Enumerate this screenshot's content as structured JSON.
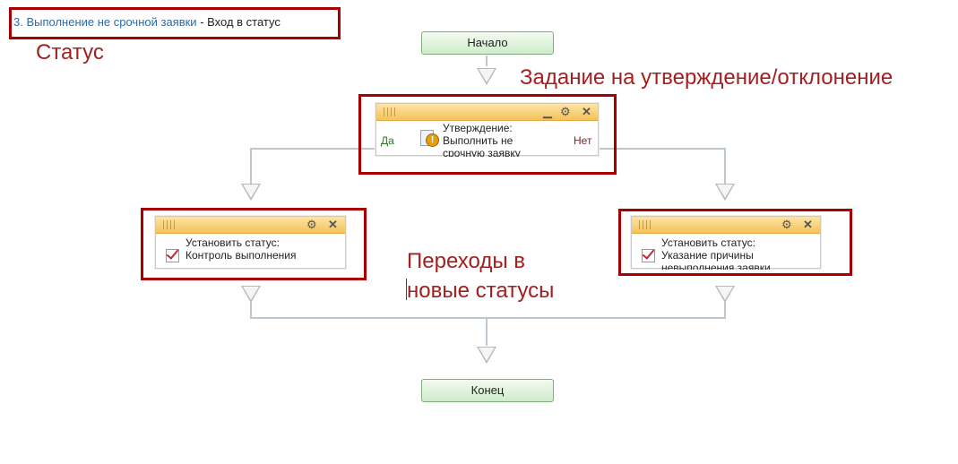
{
  "breadcrumb": {
    "link": "3. Выполнение не срочной заявки",
    "rest": " - Вход в статус"
  },
  "annotations": {
    "status": "Статус",
    "task": "Задание на утверждение/отклонение",
    "transitions_line1": "Переходы в",
    "transitions_line2": "новые статусы"
  },
  "flow": {
    "start": "Начало",
    "end": "Конец",
    "approval": {
      "title": "Утверждение:",
      "line2": "Выполнить не",
      "line3": "срочную заявку",
      "yes": "Да",
      "no": "Нет"
    },
    "left_status": {
      "line1": "Установить статус:",
      "line2": "Контроль выполнения"
    },
    "right_status": {
      "line1": "Установить статус:",
      "line2": "Указание причины",
      "line3": "невыполнения заявки"
    }
  },
  "icons": {
    "minimize": "minimize-icon",
    "gear": "gear-icon",
    "close": "close-icon",
    "checkbox": "checkbox-icon",
    "task": "task-warning-icon"
  },
  "colors": {
    "annotation": "#a80000",
    "header": "#f5c25a",
    "terminal": "#cfeccb",
    "link": "#2e6aa5"
  }
}
